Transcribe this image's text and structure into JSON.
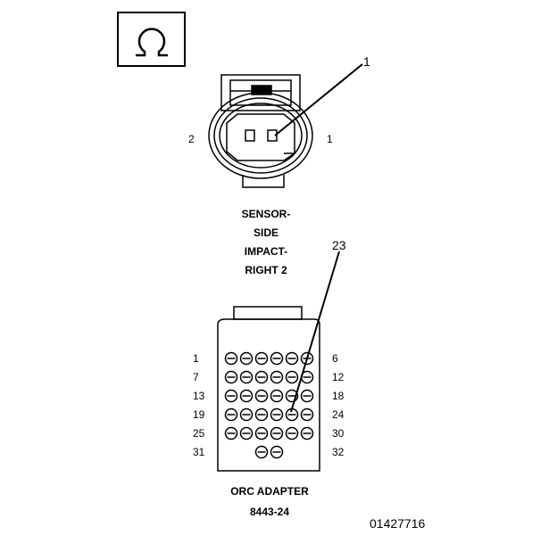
{
  "ohmmeter_symbol": {
    "icon": "ohm-icon"
  },
  "sensor_connector": {
    "callout": "1",
    "pin_left": "2",
    "pin_right": "1",
    "title_lines": [
      "SENSOR-",
      "SIDE",
      "IMPACT-",
      "RIGHT 2"
    ]
  },
  "adapter_connector": {
    "callout": "23",
    "row_labels_left": [
      "1",
      "7",
      "13",
      "19",
      "25",
      "31"
    ],
    "row_labels_right": [
      "6",
      "12",
      "18",
      "24",
      "30",
      "32"
    ],
    "title": "ORC ADAPTER",
    "part_number": "8443-24"
  },
  "figure_id": "01427716"
}
